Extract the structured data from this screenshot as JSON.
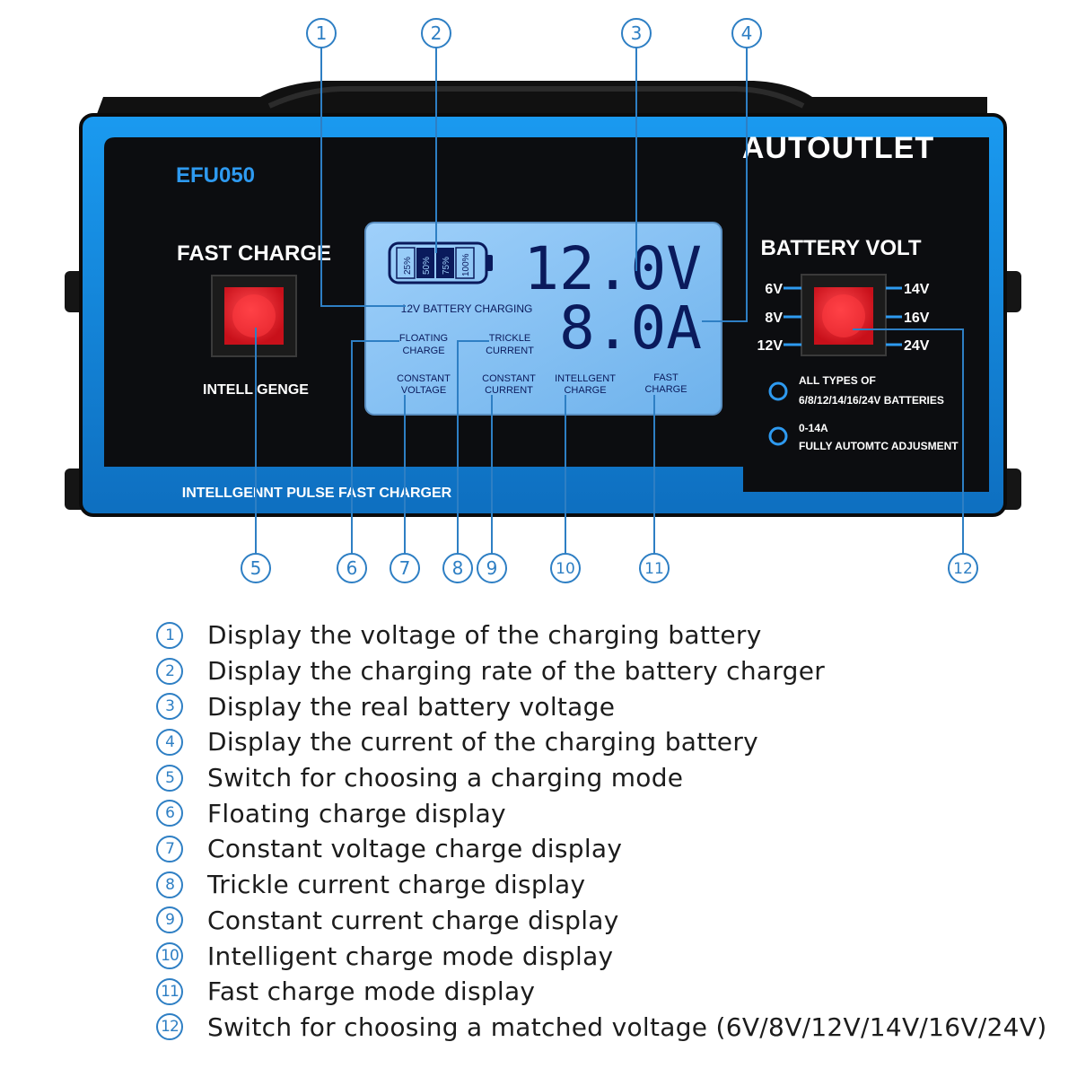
{
  "device": {
    "brand": "AUTOUTLET",
    "model": "EFU050",
    "fast_charge_label": "FAST CHARGE",
    "intelligence_label": "INTELL GENGE",
    "bottom_strip_label": "INTELLGENNT PULSE FAST CHARGER",
    "battery_volt_label": "BATTERY VOLT",
    "volt_options_left": [
      "6V",
      "8V",
      "12V"
    ],
    "volt_options_right": [
      "14V",
      "16V",
      "24V"
    ],
    "info_1_line1": "ALL TYPES OF",
    "info_1_line2": "6/8/12/14/16/24V BATTERIES",
    "info_2_line1": "0-14A",
    "info_2_line2": "FULLY AUTOMTC ADJUSMENT"
  },
  "lcd": {
    "battery_levels": [
      "25%",
      "50%",
      "75%",
      "100%"
    ],
    "voltage_reading": "12.0V",
    "current_reading": "8.0A",
    "battery_charging_text": "12V BATTERY CHARGING",
    "floating_line1": "FLOATING",
    "floating_line2": "CHARGE",
    "trickle_line1": "TRICKLE",
    "trickle_line2": "CURRENT",
    "modes": [
      {
        "line1": "CONSTANT",
        "line2": "VOLTAGE"
      },
      {
        "line1": "CONSTANT",
        "line2": "CURRENT"
      },
      {
        "line1": "INTELLGENT",
        "line2": "CHARGE"
      },
      {
        "line1": "FAST",
        "line2": "CHARGE"
      }
    ]
  },
  "callout_numbers": [
    "1",
    "2",
    "3",
    "4",
    "5",
    "6",
    "7",
    "8",
    "9",
    "10",
    "11",
    "12"
  ],
  "legend": [
    {
      "num": "1",
      "text": "Display the voltage of the charging battery"
    },
    {
      "num": "2",
      "text": "Display the charging rate of the battery charger"
    },
    {
      "num": "3",
      "text": "Display the real battery voltage"
    },
    {
      "num": "4",
      "text": "Display the current of the charging battery"
    },
    {
      "num": "5",
      "text": "Switch for choosing a charging mode"
    },
    {
      "num": "6",
      "text": "Floating charge display"
    },
    {
      "num": "7",
      "text": "Constant voltage charge display"
    },
    {
      "num": "8",
      "text": "Trickle current charge display"
    },
    {
      "num": "9",
      "text": "Constant current charge display"
    },
    {
      "num": "10",
      "text": "Intelligent charge mode display"
    },
    {
      "num": "11",
      "text": "Fast charge mode display"
    },
    {
      "num": "12",
      "text": "Switch for choosing a matched voltage (6V/8V/12V/14V/16V/24V)"
    }
  ],
  "colors": {
    "callout_blue": "#2e7fc4",
    "device_blue": "#1e8fe0",
    "panel_black": "#0c0d10",
    "lcd_blue": "#8fc6f5",
    "button_red": "#e8232b"
  }
}
